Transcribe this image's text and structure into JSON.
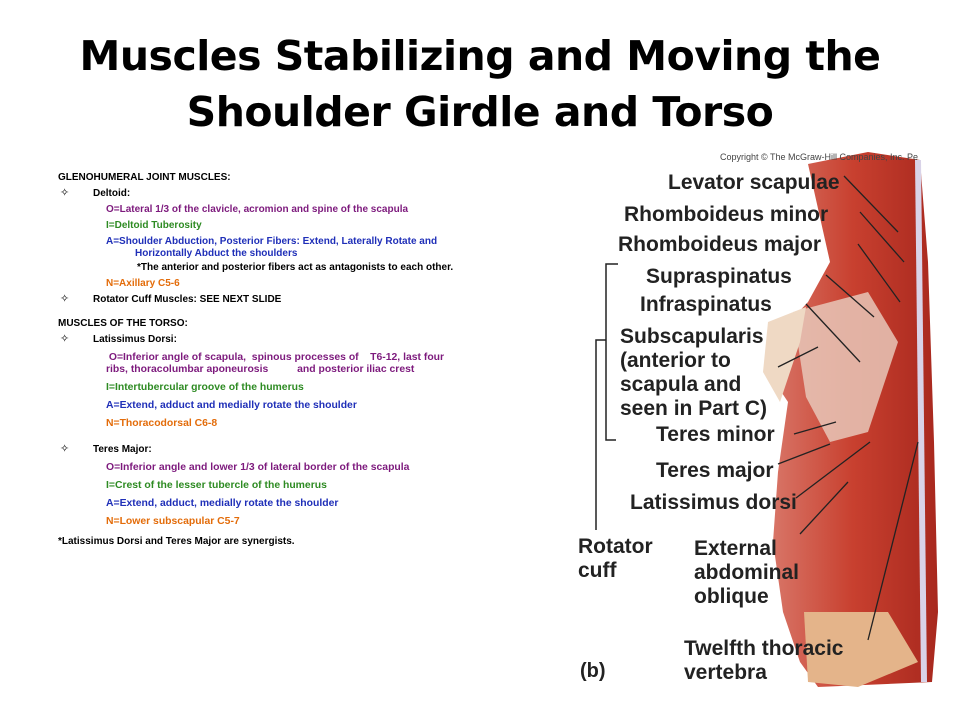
{
  "title_line1": "Muscles Stabilizing and Moving the",
  "title_line2": "Shoulder Girdle and Torso",
  "glenohumeral": {
    "header": "GLENOHUMERAL JOINT MUSCLES:",
    "deltoid": {
      "name": "Deltoid:",
      "origin": "O=Lateral 1/3 of the clavicle, acromion and spine of the scapula",
      "insertion": "I=Deltoid Tuberosity",
      "action": "A=Shoulder Abduction,  Posterior Fibers: Extend, Laterally Rotate and Horizontally Abduct the shoulders",
      "note": "*The anterior and posterior fibers act as antagonists to each other.",
      "nerve": "N=Axillary C5-6"
    },
    "rotator": "Rotator Cuff Muscles: SEE NEXT SLIDE"
  },
  "torso": {
    "header": "MUSCLES OF THE TORSO:",
    "lats": {
      "name": "Latissimus Dorsi:",
      "origin": " O=Inferior angle of scapula,  spinous processes of    T6-12, last four ribs, thoracolumbar aponeurosis          and posterior iliac crest",
      "insertion": "I=Intertubercular groove of the humerus",
      "action": "A=Extend, adduct  and medially rotate the shoulder",
      "nerve": "N=Thoracodorsal  C6-8"
    },
    "teres": {
      "name": "Teres Major:",
      "origin": "O=Inferior angle and lower 1/3 of lateral border of the scapula",
      "insertion": "I=Crest of the lesser tubercle of the humerus",
      "action": "A=Extend, adduct,  medially rotate the shoulder",
      "nerve": "N=Lower subscapular  C5-7"
    },
    "footnote": "*Latissimus Dorsi and Teres Major are synergists."
  },
  "figure": {
    "copyright": "Copyright © The McGraw-Hill Companies, Inc. Pe",
    "labels": {
      "levator": "Levator scapulae",
      "rhmin": "Rhomboideus minor",
      "rhmaj": "Rhomboideus major",
      "supra": "Supraspinatus",
      "infra": "Infraspinatus",
      "subscap1": "Subscapularis",
      "subscap2": "(anterior to",
      "subscap3": "scapula and",
      "subscap4": "seen in Part C)",
      "teresmin": "Teres minor",
      "teresmaj": "Teres major",
      "latdorsi": "Latissimus dorsi",
      "rot1": "Rotator",
      "rot2": "cuff",
      "ext1": "External",
      "ext2": "abdominal",
      "ext3": "oblique",
      "twelfth1": "Twelfth thoracic",
      "twelfth2": "vertebra",
      "panel": "(b)"
    }
  },
  "colors": {
    "purple": "#7d1a7d",
    "green": "#2e8b23",
    "blue": "#1f2fb8",
    "orange": "#e36c0a",
    "muscle": "#c8402f"
  }
}
